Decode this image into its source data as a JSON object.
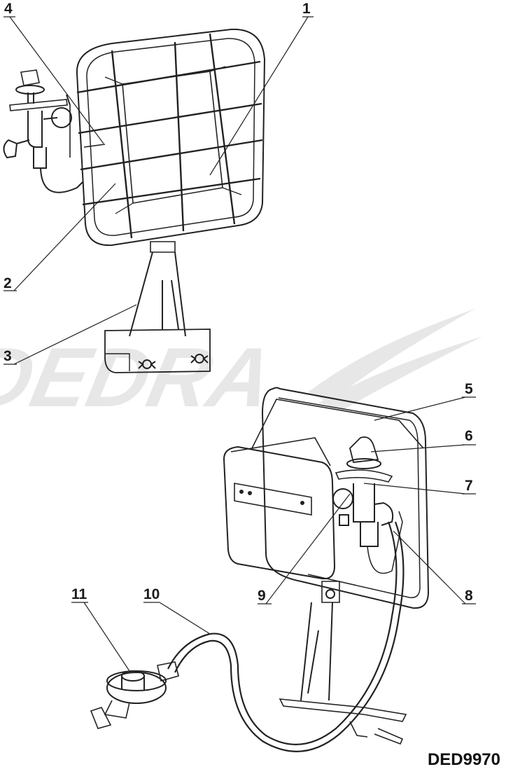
{
  "diagram": {
    "model_code": "DED9970",
    "watermark": "DEDRA",
    "callouts": [
      {
        "id": "c1",
        "text": "1"
      },
      {
        "id": "c2",
        "text": "2"
      },
      {
        "id": "c3",
        "text": "3"
      },
      {
        "id": "c4",
        "text": "4"
      },
      {
        "id": "c5",
        "text": "5"
      },
      {
        "id": "c6",
        "text": "6"
      },
      {
        "id": "c7",
        "text": "7"
      },
      {
        "id": "c8",
        "text": "8"
      },
      {
        "id": "c9",
        "text": "9"
      },
      {
        "id": "c10",
        "text": "10"
      },
      {
        "id": "c11",
        "text": "11"
      }
    ]
  }
}
